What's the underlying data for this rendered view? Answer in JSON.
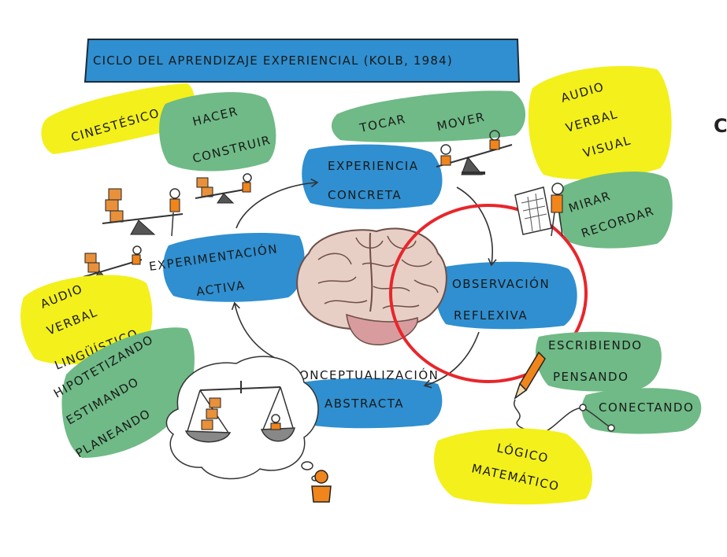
{
  "title": "CICLO DEL APRENDIZAJE EXPERIENCIAL (KOLB, 1984)",
  "stages": {
    "concrete": [
      "EXPERIENCIA",
      "CONCRETA"
    ],
    "reflective": [
      "OBSERVACIÓN",
      "REFLEXIVA"
    ],
    "abstract": [
      "CONCEPTUALIZACIÓN",
      "ABSTRACTA"
    ],
    "active": [
      "EXPERIMENTACIÓN",
      "ACTIVA"
    ]
  },
  "labels": {
    "cinestesico": "CINESTÉSICO",
    "hacer": "HACER",
    "construir": "CONSTRUIR",
    "tocar": "TOCAR",
    "mover": "MOVER",
    "audio_top": "AUDIO",
    "verbal_top": "VERBAL",
    "visual": "VISUAL",
    "mirar": "MIRAR",
    "recordar": "RECORDAR",
    "escribiendo": "ESCRIBIENDO",
    "pensando": "PENSANDO",
    "conectando": "CONECTANDO",
    "logico": "LÓGICO",
    "matematico": "MATEMÁTICO",
    "audio_left": "AUDIO",
    "verbal_left": "VERBAL",
    "linguistico": "LINGÜÍSTICO",
    "hipotetizando": "HIPOTETIZANDO",
    "estimando": "ESTIMANDO",
    "planeando": "PLANEANDO"
  },
  "edge_text": "C",
  "colors": {
    "blue": "#2f8fd0",
    "yellow": "#f3f01c",
    "green": "#6fba86",
    "highlight_circle": "#e8262b",
    "figure_orange": "#f0851c",
    "crate_orange": "#e8913a"
  }
}
